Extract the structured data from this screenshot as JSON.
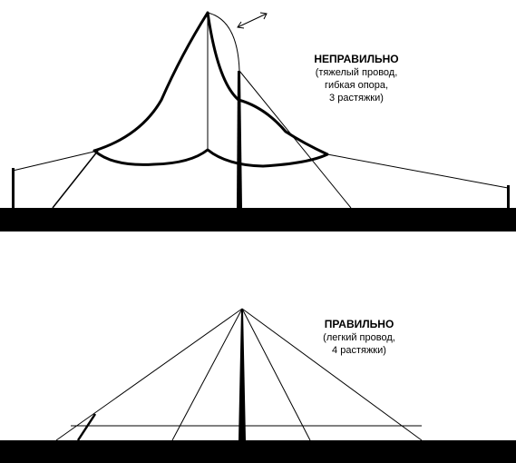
{
  "wrong": {
    "title": "НЕПРАВИЛЬНО",
    "line1": "(тяжелый провод,",
    "line2": "гибкая опора,",
    "line3": "3 растяжки)"
  },
  "right": {
    "title": "ПРАВИЛЬНО",
    "line1": "(легкий провод,",
    "line2": "4 растяжки)"
  },
  "colors": {
    "ink": "#000000",
    "background": "#ffffff"
  }
}
